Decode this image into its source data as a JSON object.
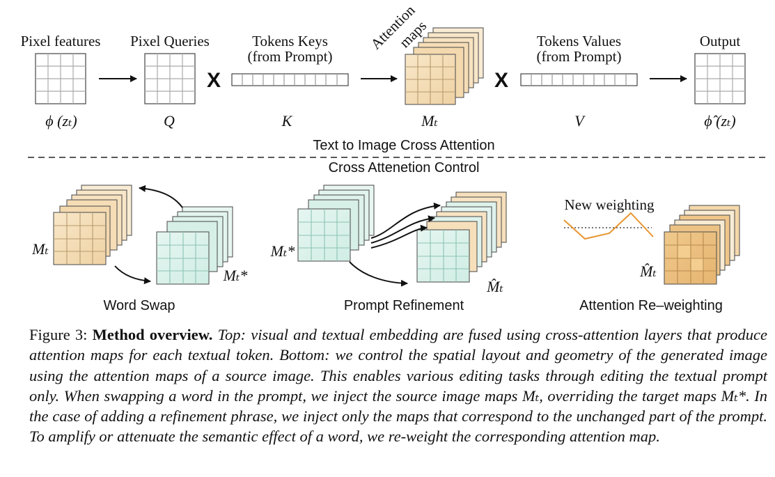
{
  "top": {
    "pixel_features": "Pixel features",
    "pixel_queries": "Pixel Queries",
    "tokens_keys_line1": "Tokens Keys",
    "tokens_keys_line2": "(from Prompt)",
    "attention_maps_line1": "Attention",
    "attention_maps_line2": "maps",
    "tokens_values_line1": "Tokens Values",
    "tokens_values_line2": "(from Prompt)",
    "output": "Output",
    "multiply_1": "X",
    "multiply_2": "X",
    "sym_phi": "ϕ (zₜ)",
    "sym_q": "Q",
    "sym_k": "K",
    "sym_mt": "Mₜ",
    "sym_v": "V",
    "sym_phi_hat": "ϕ̂ (zₜ)"
  },
  "sections": {
    "upper": "Text to Image Cross Attention",
    "lower": "Cross Attenetion Control"
  },
  "bottom": {
    "word_swap": "Word Swap",
    "prompt_refinement": "Prompt Refinement",
    "attention_reweighting": "Attention Re–weighting",
    "new_weighting": "New weighting",
    "mt": "Mₜ",
    "mt_star": "Mₜ*",
    "mt_star_2": "Mₜ*",
    "mt_hat": "M̂ₜ",
    "mt_hat_2": "M̂ₜ"
  },
  "caption": {
    "label": "Figure 3:",
    "title": "Method overview.",
    "body": "Top: visual and textual embedding are fused using cross-attention layers that produce attention maps for each textual token. Bottom: we control the spatial layout and geometry of the generated image using the attention maps of a source image. This enables various editing tasks through editing the textual prompt only. When swapping a word in the prompt, we inject the source image maps Mₜ, overriding the target maps Mₜ*. In the case of adding a refinement phrase, we inject only the maps that correspond to the unchanged part of the prompt. To amplify or attenuate the semantic effect of a word, we re-weight the corresponding attention map."
  },
  "colors": {
    "orange_map": "#f5deb8",
    "orange_map_dark": "#e9c48c",
    "teal_map": "#dcf2ec",
    "line": "#222222",
    "weight_curve": "#e8952f"
  }
}
